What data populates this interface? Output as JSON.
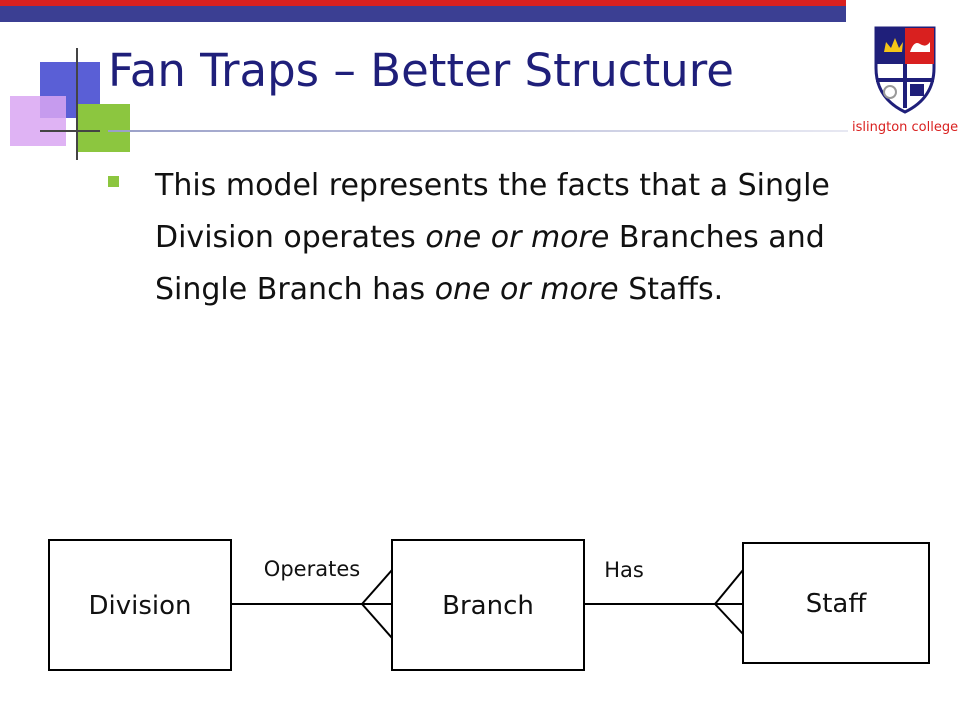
{
  "slide": {
    "title": "Fan Traps – Better Structure",
    "bullet": [
      {
        "text": "This model represents the facts that a Single Division operates ",
        "italic": false
      },
      {
        "text": "one or more",
        "italic": true
      },
      {
        "text": " Branches and Single Branch has ",
        "italic": false
      },
      {
        "text": "one or more",
        "italic": true
      },
      {
        "text": " Staffs.",
        "italic": false
      }
    ]
  },
  "logo": {
    "text": "islington college",
    "colors": {
      "blue": "#1f1f7a",
      "red": "#d9201f"
    }
  },
  "diagram": {
    "entities": [
      {
        "id": "division",
        "label": "Division"
      },
      {
        "id": "branch",
        "label": "Branch"
      },
      {
        "id": "staff",
        "label": "Staff"
      }
    ],
    "relationships": [
      {
        "from": "division",
        "to": "branch",
        "label": "Operates",
        "cardinality": "one-to-many"
      },
      {
        "from": "branch",
        "to": "staff",
        "label": "Has",
        "cardinality": "one-to-many"
      }
    ]
  },
  "theme": {
    "title_color": "#1f1f7a",
    "bar_color": "#3b3f93",
    "accent_red": "#d9201f",
    "bullet_green": "#8cc63f"
  }
}
